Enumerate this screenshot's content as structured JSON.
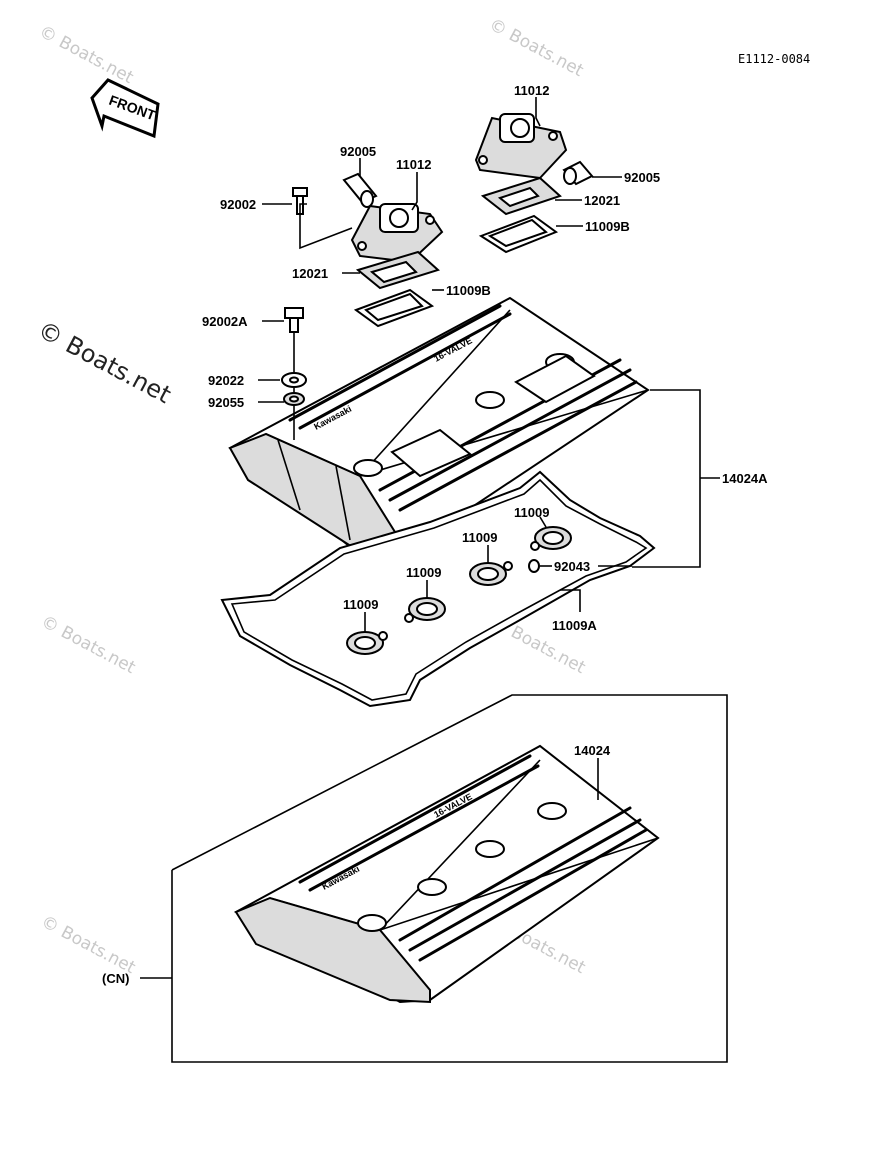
{
  "diagram_code": "E1112-0084",
  "front_sign": "FRONT",
  "watermark": "© Boats.net",
  "cover_logo": "Kawasaki",
  "cover_tag": "16-VALVE",
  "labels": {
    "p11012_right": "11012",
    "p92005_right": "92005",
    "p12021_right": "12021",
    "p11009B_right": "11009B",
    "p92005_left": "92005",
    "p11012_left": "11012",
    "p92002": "92002",
    "p12021_left": "12021",
    "p11009B_left": "11009B",
    "p92002A": "92002A",
    "p92022": "92022",
    "p92055": "92055",
    "p14024A": "14024A",
    "p11009_a": "11009",
    "p11009_b": "11009",
    "p11009_c": "11009",
    "p11009_d": "11009",
    "p92043": "92043",
    "p11009A": "11009A",
    "p14024": "14024",
    "cn": "(CN)"
  }
}
